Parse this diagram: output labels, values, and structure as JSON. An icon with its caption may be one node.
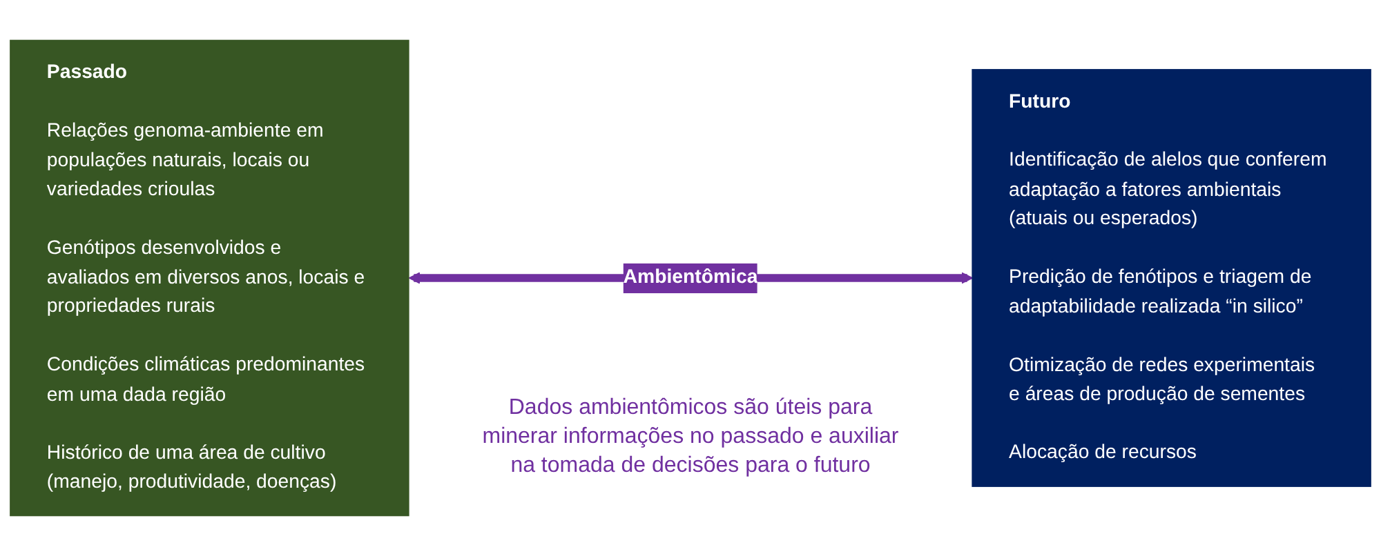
{
  "diagram": {
    "nodes": [
      {
        "text": [
          "Passado",
          "Relações genoma-ambiente em populações naturais, locais ou variedades crioulas",
          "Genótipos desenvolvidos e avaliados em diversos anos, locais e propriedades rurais",
          "Condições climáticas predominantes em uma dada região",
          "Histórico de uma área de cultivo (manejo, produtividade, doenças)"
        ]
      },
      {
        "text": [
          "Futuro",
          "Identificação de alelos que conferem adaptação a fatores ambientais (atuais ou esperados)",
          "Predição de fenótipos e triagem de adaptabilidade realizada “in silico”",
          "Otimização de redes experimentais e áreas de produção de sementes",
          "Alocação de recursos"
        ]
      }
    ],
    "edges": [
      {
        "from": 0,
        "to": 1,
        "arrow": "both",
        "label": "Ambientômica",
        "color": "#7030a0"
      }
    ],
    "labels": [
      "Dados ambientômicos são úteis para minerar informações no passado e auxiliar na tomada de decisões para o futuro"
    ]
  }
}
